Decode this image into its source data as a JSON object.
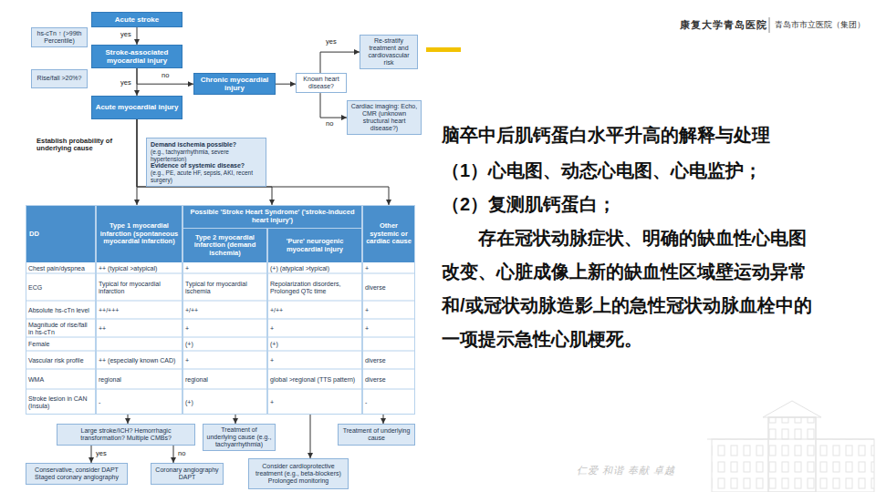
{
  "diagram": {
    "title": "脑卒中后肌钙蛋白水平升高的解释与处理",
    "nodes": [
      {
        "text": [
          "Acute stroke"
        ]
      },
      {
        "text": [
          "hs-cTn ↑ (>99th Percentile)"
        ]
      },
      {
        "text": [
          "Stroke-associated myocardial injury"
        ]
      },
      {
        "text": [
          "Rise/fall >20%?"
        ]
      },
      {
        "text": [
          "Chronic myocardial injury"
        ]
      },
      {
        "text": [
          "Known heart disease?"
        ]
      },
      {
        "text": [
          "Re-stratify treatment and cardiovascular risk"
        ]
      },
      {
        "text": [
          "Acute myocardial injury"
        ]
      },
      {
        "text": [
          "Cardiac imaging: Echo, CMR (unknown structural heart disease?)"
        ]
      },
      {
        "text": [
          "Demand ischemia possible?",
          "(e.g., tachyarrhythmia, severe hypertension)",
          "Evidence of systemic disease?",
          "(e.g., PE, acute HF, sepsis, AKI, recent surgery)"
        ]
      },
      {
        "text": [
          "DD"
        ]
      },
      {
        "text": [
          "Type 1 myocardial infarction (spontaneous myocardial infarction)"
        ]
      },
      {
        "text": [
          "Possible 'Stroke Heart Syndrome' ('stroke-induced heart injury')"
        ]
      },
      {
        "text": [
          "Type 2 myocardial infarction (demand ischemia)"
        ],
        "in": 12
      },
      {
        "text": [
          "'Pure' neurogenic myocardial injury"
        ],
        "in": 12
      },
      {
        "text": [
          "Other systemic or cardiac cause"
        ]
      },
      {
        "text": [
          "Large stroke/ICH? Hemorrhagic transformation? Multiple CMBs?"
        ]
      },
      {
        "text": [
          "Treatment of underlying cause (e.g., tachyarrhythmia)"
        ]
      },
      {
        "text": [
          "Treatment of underlying cause"
        ]
      },
      {
        "text": [
          "Conservative, consider DAPT",
          "Staged coronary angiography"
        ]
      },
      {
        "text": [
          "Coronary angiography",
          "DAPT"
        ]
      },
      {
        "text": [
          "Consider cardioprotective treatment (e.g., beta-blockers)",
          "Prolonged monitoring"
        ]
      }
    ],
    "edges": [
      {
        "from": 0,
        "to": 2,
        "arrow": "to",
        "label": "yes"
      },
      {
        "from": 2,
        "to": 4,
        "arrow": "to",
        "label": "no"
      },
      {
        "from": 2,
        "to": 7,
        "arrow": "to",
        "label": "yes"
      },
      {
        "from": 4,
        "to": 5,
        "arrow": "to"
      },
      {
        "from": 5,
        "to": 6,
        "arrow": "to",
        "label": "yes"
      },
      {
        "from": 5,
        "to": 8,
        "arrow": "to",
        "label": "no"
      },
      {
        "from": 7,
        "to": 11,
        "arrow": "to"
      },
      {
        "from": 7,
        "to": 12,
        "arrow": "to"
      },
      {
        "from": 7,
        "to": 15,
        "arrow": "to"
      },
      {
        "from": 11,
        "to": 16,
        "arrow": "to"
      },
      {
        "from": 13,
        "to": 17,
        "arrow": "to"
      },
      {
        "from": 14,
        "to": 21,
        "arrow": "to"
      },
      {
        "from": 15,
        "to": 18,
        "arrow": "to"
      },
      {
        "from": 16,
        "to": 19,
        "arrow": "to",
        "label": "yes"
      },
      {
        "from": 16,
        "to": 20,
        "arrow": "to",
        "label": "no"
      }
    ],
    "labels": [
      "康复大学青岛医院",
      "青岛市市立医院（集团）",
      "Establish probability of underlying cause",
      "Chest pain/dyspnea",
      "ECG",
      "Absolute hs-cTn level",
      "Magnitude of rise/fall in hs-cTn",
      "Female",
      "Vascular risk profile",
      "WMA",
      "Stroke lesion in CAN (Insula)",
      "++ (typical >atypical)",
      "Typical for myocardial infarction",
      "++/+++",
      "++",
      "++ (especially known CAD)",
      "regional",
      "-",
      "+",
      "Typical for myocardial ischemia",
      "+/++",
      "+",
      "(+)",
      "+",
      "regional",
      "(+)",
      "(+) (atypical >typical)",
      "Repolarization disorders, Prolonged QTc time",
      "+/++",
      "+",
      "(+)",
      "+",
      "global >regional (TTS pattern)",
      "+",
      "+",
      "diverse",
      "+",
      "+",
      "diverse",
      "diverse",
      "-",
      "（1）心电图、动态心电图、心电监护；",
      "（2）复测肌钙蛋白；",
      "存在冠状动脉症状、明确的缺血性心电图改变、心脏成像上新的缺血性区域壁运动异常和/或冠状动脉造影上的急性冠状动脉血栓中的一项提示急性心肌梗死。",
      "仁爱 和谐 奉献 卓越"
    ]
  }
}
